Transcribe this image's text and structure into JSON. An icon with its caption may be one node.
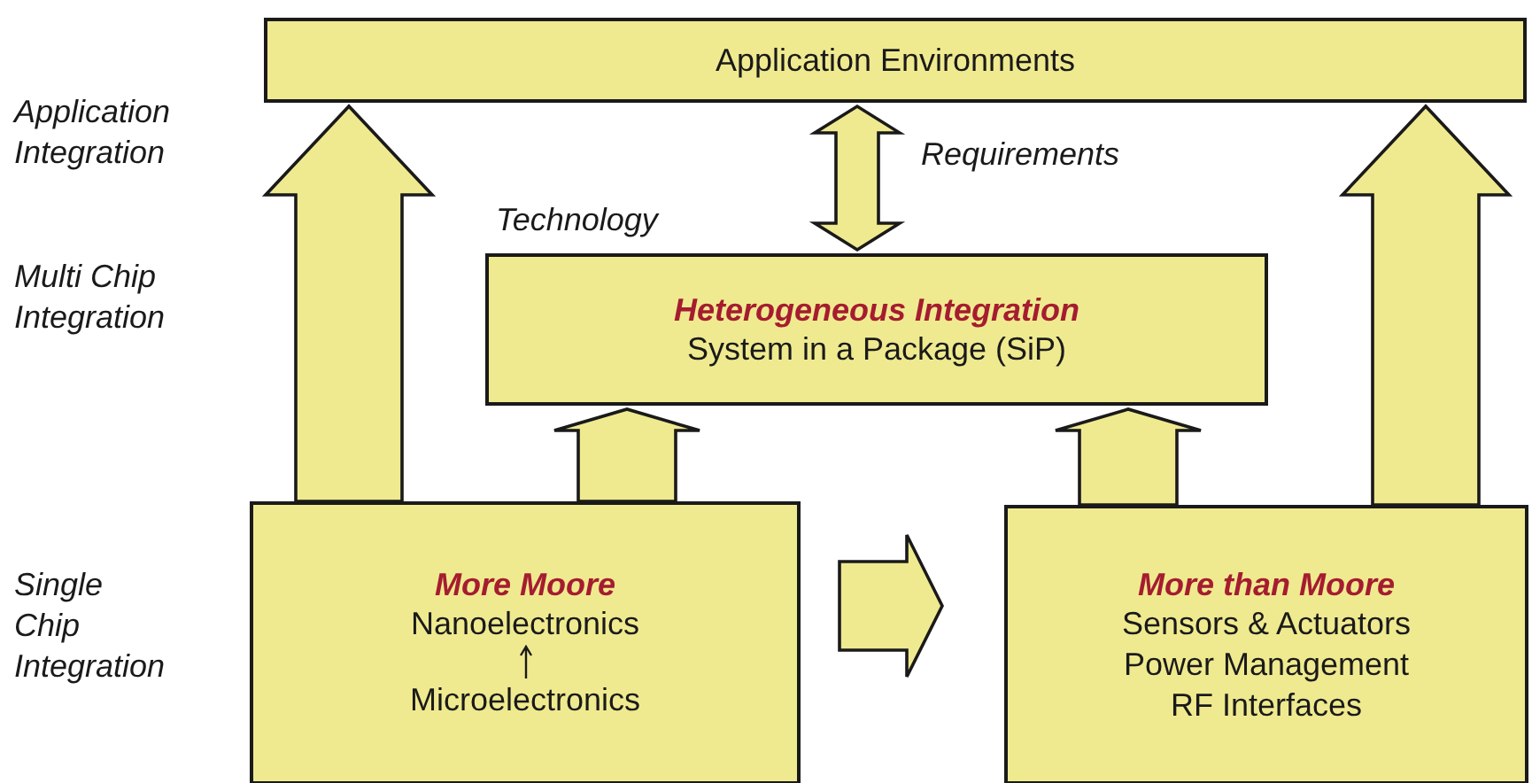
{
  "diagram": {
    "nodes": [
      {
        "text": [
          "Application Environments"
        ]
      },
      {
        "text": [
          "Heterogeneous Integration",
          "System in a Package (SiP)"
        ],
        "beside": [
          "Technology"
        ]
      },
      {
        "text": [
          "More Moore",
          "Nanoelectronics",
          "Microelectronics"
        ]
      },
      {
        "text": [
          "More than Moore",
          "Sensors & Actuators",
          "Power Management",
          "RF Interfaces"
        ]
      }
    ],
    "edges": [
      {
        "from": 2,
        "to": 0,
        "arrow": "to"
      },
      {
        "from": 3,
        "to": 0,
        "arrow": "to"
      },
      {
        "from": 2,
        "to": 1,
        "arrow": "to"
      },
      {
        "from": 3,
        "to": 1,
        "arrow": "to"
      },
      {
        "from": 1,
        "to": 0,
        "arrow": "both",
        "label": "Requirements"
      },
      {
        "from": 2,
        "to": 3,
        "arrow": "to"
      }
    ],
    "labels": [
      "Application Integration",
      "Multi Chip Integration",
      "Single Chip Integration"
    ]
  }
}
